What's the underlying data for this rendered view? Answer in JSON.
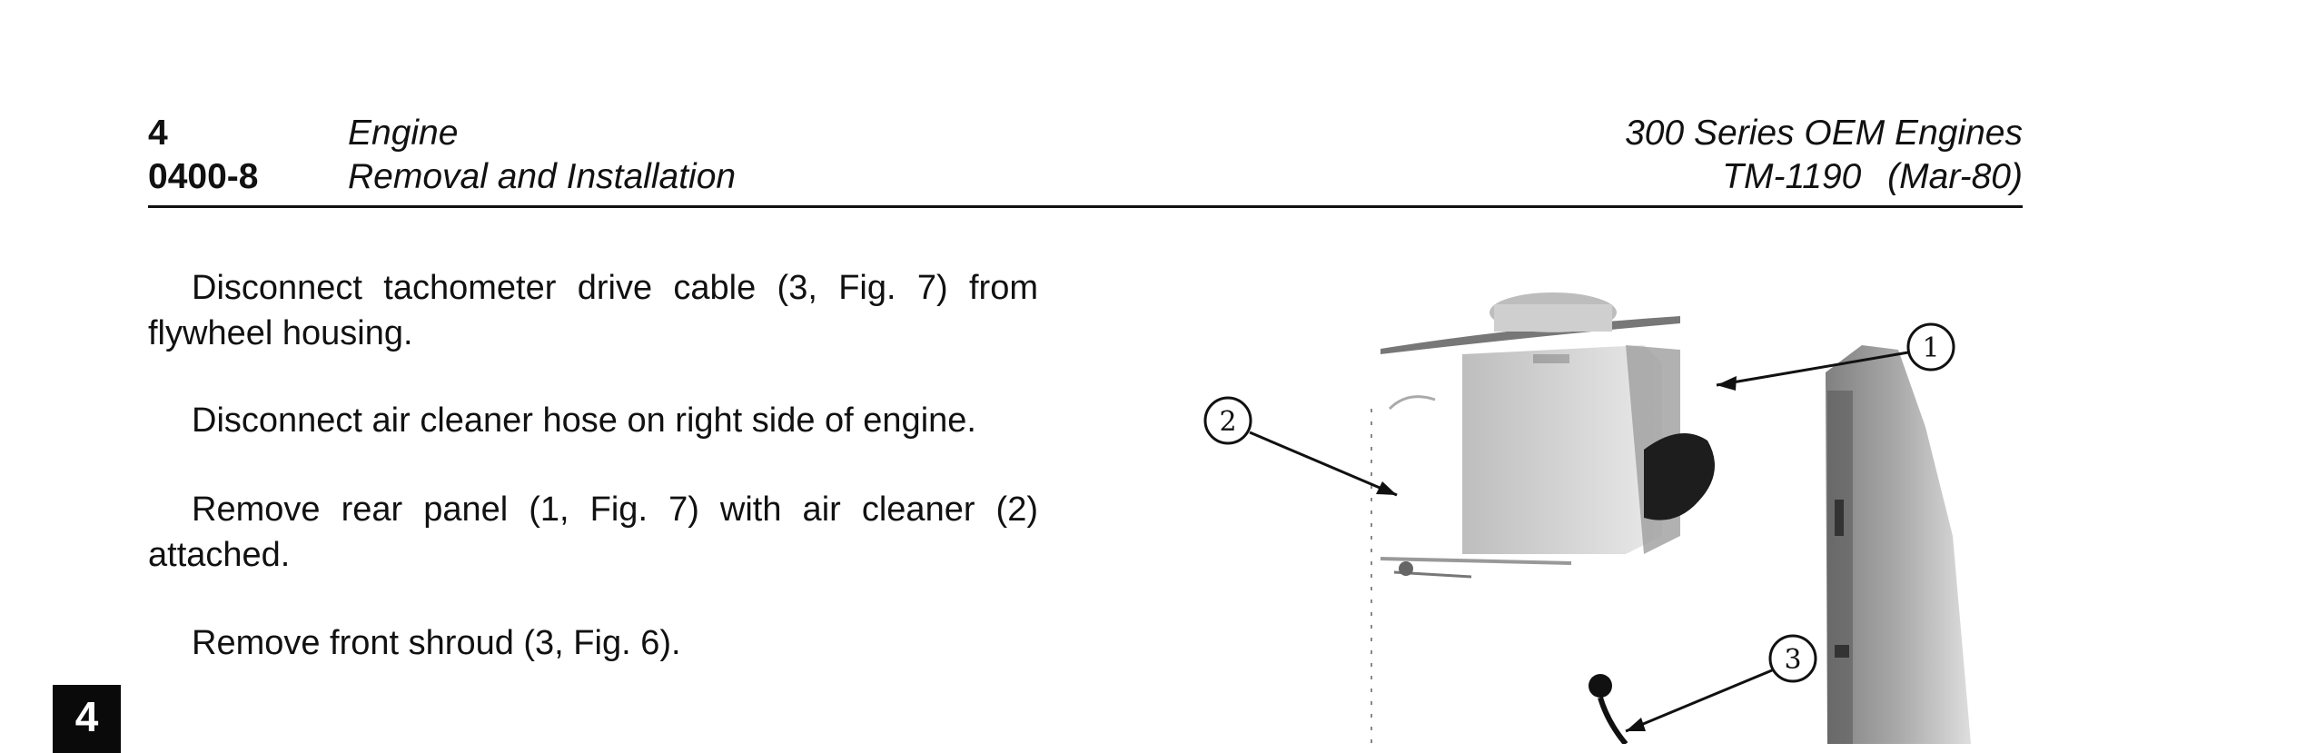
{
  "header": {
    "section_number": "4",
    "page_number": "0400-8",
    "title": "Engine",
    "subtitle": "Removal and Installation",
    "manual": "300 Series OEM Engines",
    "tm": "TM-1190 (Mar-80)"
  },
  "body": {
    "paragraphs": [
      "Disconnect tachometer drive cable (3, Fig. 7) from flywheel housing.",
      "Disconnect air cleaner hose on right side of engine.",
      "Remove rear panel (1, Fig. 7) with air cleaner (2) attached.",
      "Remove front shroud (3, Fig. 6)."
    ]
  },
  "section_tab": "4",
  "figure": {
    "callouts": [
      "1",
      "2",
      "3"
    ]
  }
}
